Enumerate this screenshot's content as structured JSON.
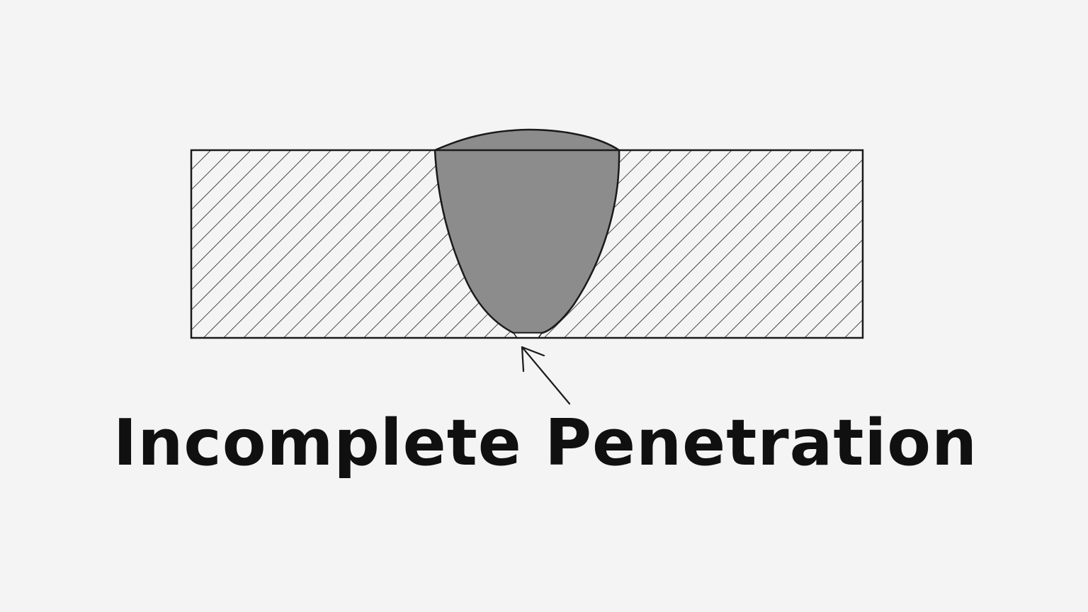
{
  "diagram": {
    "caption": "Incomplete Penetration",
    "components": {
      "base_plate": "hatched base metal plate",
      "weld_bead": "weld metal",
      "root_gap": "unfused root"
    },
    "colors": {
      "background": "#f4f4f4",
      "outline": "#1a1a1a",
      "weld_fill": "#8c8c8c",
      "plate_fill": "#f4f4f4",
      "hatch_line": "#1f1f1f",
      "root_gap_fill": "#ffffff",
      "caption_text": "#101010"
    },
    "icons": {
      "pointer": "arrow-pointer-icon"
    }
  }
}
